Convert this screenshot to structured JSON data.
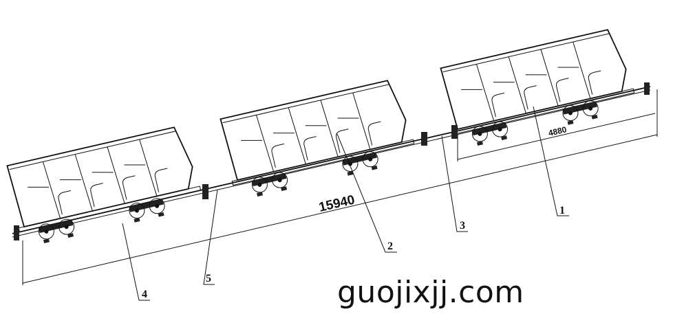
{
  "drawing": {
    "cars": [
      {
        "id": "car-left"
      },
      {
        "id": "car-middle"
      },
      {
        "id": "car-right"
      }
    ],
    "dimensions": {
      "overall": "15940",
      "car_length": "4880"
    },
    "callouts": [
      "1",
      "2",
      "3",
      "4",
      "5"
    ]
  },
  "watermark": "guojixjj.com"
}
